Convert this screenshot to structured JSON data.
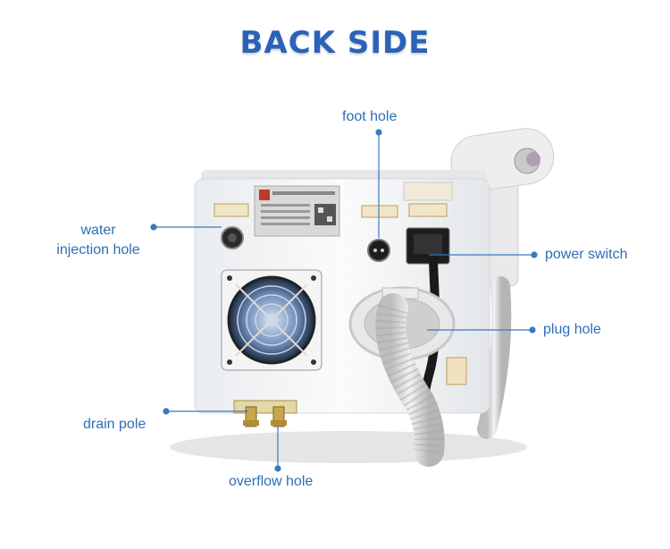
{
  "title": "BACK SIDE",
  "callouts": {
    "water_injection_line1": "water",
    "water_injection_line2": "injection hole",
    "foot_hole": "foot hole",
    "power_switch": "power switch",
    "plug_hole": "plug hole",
    "drain_pole": "drain pole",
    "overflow_hole": "overflow hole"
  },
  "colors": {
    "title": "#2a63b8",
    "label": "#2d6fb7",
    "leader_line": "#3a78c2"
  }
}
